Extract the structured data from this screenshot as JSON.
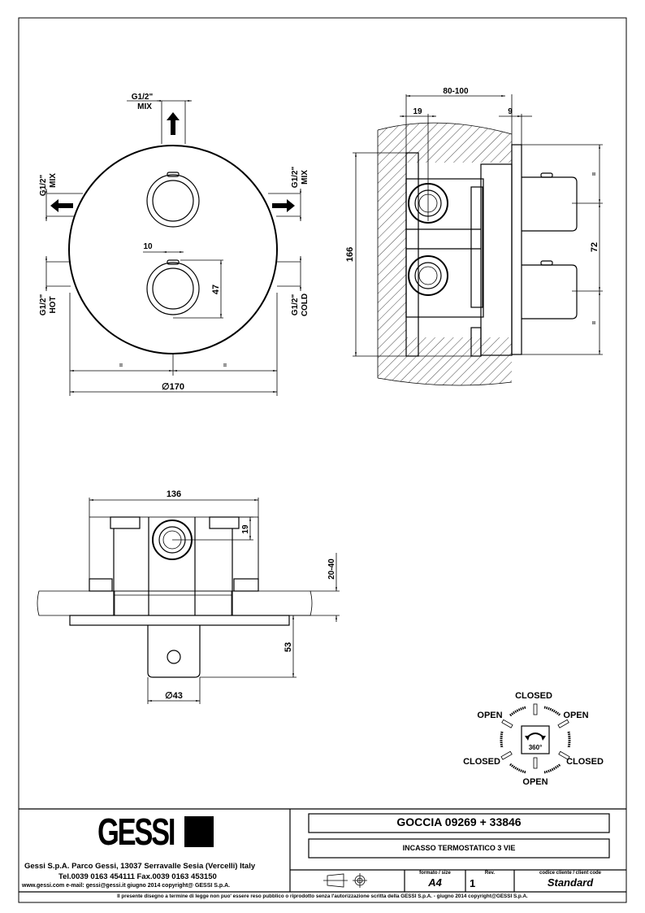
{
  "front_view": {
    "top_port": {
      "size": "G1/2\"",
      "label": "MIX"
    },
    "left_port": {
      "size": "G1/2\"",
      "label": "MIX"
    },
    "right_port": {
      "size": "G1/2\"",
      "label": "MIX"
    },
    "hot_port": {
      "size": "G1/2\"",
      "label": "HOT"
    },
    "cold_port": {
      "size": "G1/2\"",
      "label": "COLD"
    },
    "dim_indicator_width": "10",
    "dim_knob_offset": "47",
    "dim_diameter": "∅170",
    "center_mark": "="
  },
  "side_view": {
    "dim_depth": "80-100",
    "dim_inlet_offset": "19",
    "dim_plate": "9",
    "dim_height": "166",
    "dim_knob_spacing": "72",
    "center_mark": "="
  },
  "top_view": {
    "dim_width": "136",
    "dim_inlet": "19",
    "dim_wall": "20-40",
    "dim_projection": "53",
    "dim_knob_diameter": "∅43"
  },
  "rotation_legend": {
    "top": "CLOSED",
    "top_left": "OPEN",
    "top_right": "OPEN",
    "bottom_left": "CLOSED",
    "bottom_right": "CLOSED",
    "bottom": "OPEN",
    "center": "360°"
  },
  "title_block": {
    "logo": "GESSI",
    "company_line": "Gessi S.p.A. Parco Gessi, 13037 Serravalle Sesia (Vercelli) Italy",
    "phone_line": "Tel.0039  0163  454111  Fax.0039  0163  453150",
    "web_line": "www.gessi.com  e-mail: gessi@gessi.it    giugno  2014    copyright@ GESSI  S.p.A.",
    "product_title": "GOCCIA  09269 + 33846",
    "product_subtitle": "INCASSO TERMOSTATICO 3 VIE",
    "format_label": "formato / size",
    "format_value": "A4",
    "rev_label": "Rev.",
    "rev_value": "1",
    "client_code_label": "codice cliente / client code",
    "client_code_value": "Standard",
    "footer_notice": "Il presente disegno a termine di legge non puo' essere reso pubblico o riprodotto senza l'autorizzazione scritta della GESSI S.p.A. - giugno 2014  copyright@GESSI S.p.A."
  }
}
